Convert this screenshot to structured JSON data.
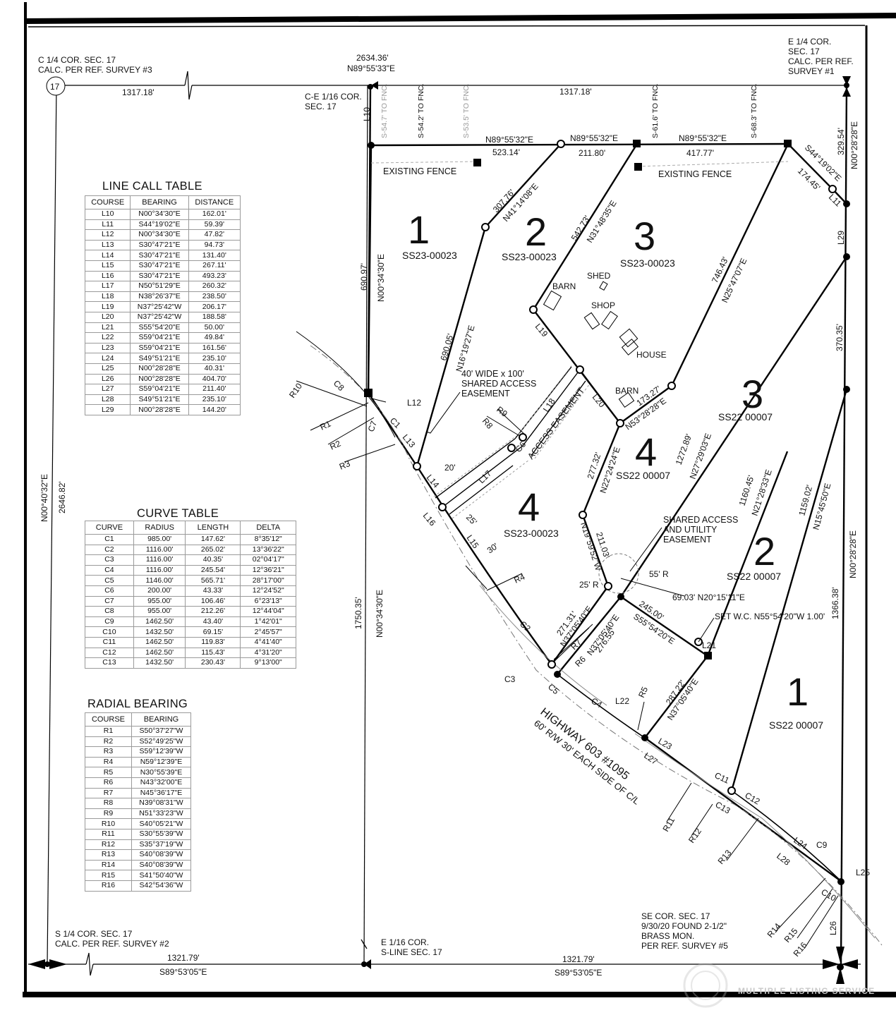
{
  "corners": {
    "c_quarter": [
      "C 1/4 COR. SEC. 17",
      "CALC. PER REF. SURVEY #3"
    ],
    "e_quarter": [
      "E 1/4 COR.",
      "SEC. 17",
      "CALC. PER REF.",
      "SURVEY #1"
    ],
    "ce_sixteenth": [
      "C-E 1/16 COR.",
      "SEC. 17"
    ],
    "s_quarter": [
      "S 1/4 COR. SEC. 17",
      "CALC. PER REF. SURVEY #2"
    ],
    "e_sixteenth": [
      "E 1/16 COR.",
      "S-LINE SEC. 17"
    ],
    "se_corner": [
      "SE COR. SEC. 17",
      "9/30/20 FOUND 2-1/2\"",
      "BRASS MON.",
      "PER REF. SURVEY #5"
    ],
    "section_number": "17"
  },
  "boundary_labels": {
    "top_total": "2634.36'",
    "top_bearing": "N89°55'33\"E",
    "top_left_dist": "1317.18'",
    "top_right_dist": "1317.18'",
    "west_bearing": "N00°40'32\"E",
    "west_dist": "2646.82'",
    "bottom_left_dist": "1321.79'",
    "bottom_left_bearing": "S89°53'05\"E",
    "bottom_right_dist": "1321.79'",
    "bottom_right_bearing": "S89°53'05\"E",
    "east_top_dist": "329.54'",
    "east_bearing_top": "N00°28'28\"E",
    "east_mid_dist": "370.35'",
    "east_low_dist": "1366.38'",
    "east_bearing_low": "N00°28'28\"E",
    "sixteenth_line_bearing": "N00°34'30\"E",
    "sixteenth_line_dist": "1750.35'"
  },
  "fence": {
    "offsets": [
      "S-54.7' TO FNC.",
      "S-54.2' TO FNC.",
      "S-53.5' TO FNC.",
      "S-61.6' TO FNC.",
      "S-68.3' TO FNC."
    ],
    "label_left": "EXISTING FENCE",
    "label_right": "EXISTING FENCE"
  },
  "segment_labels": {
    "n1_bearing": "N89°55'32\"E",
    "n1_dist": "523.14'",
    "n2_bearing": "N89°55'32\"E",
    "n2_dist": "211.80'",
    "n3_bearing": "N89°55'32\"E",
    "n3_dist": "417.77'",
    "ne_bearing": "S44°19'02\"E",
    "ne_dist": "174.45'",
    "w_bearing": "N00°34'30\"E",
    "w_dist": "690.97'",
    "a_dist": "307.76'",
    "a_bearing": "N41°14'08\"E",
    "b_dist": "690.05'",
    "b_bearing": "N16°19'27\"E",
    "c_dist": "542.73'",
    "c_bearing": "N31°48'35\"E",
    "d_dist": "746.43'",
    "d_bearing": "N25°47'07\"E",
    "e_dist": "173.27'",
    "e_bearing": "N53°28'28\"E",
    "f_dist": "277.32'",
    "f_bearing": "N22°24'24\"E",
    "g_dist": "1272.89'",
    "g_bearing": "N27°29'03\"E",
    "h_dist": "1160.45'",
    "h_bearing": "N21°28'33\"E",
    "i_dist": "1159.02'",
    "i_bearing": "N15°45'50\"E",
    "j_dist": "211.03'",
    "j_bearing": "N19°59'52\"W",
    "k_dist": "271.31'",
    "k_bearing": "N37°05'40\"E",
    "l_dist": "276.55'",
    "l_bearing": "N37°05'40\"E",
    "m_dist": "245.00'",
    "m_bearing": "S55°54'20\"E",
    "n_dist": "287.22'",
    "n_bearing": "N37°05'40\"E",
    "tie": "69.03' N20°15'11\"E",
    "radius55": "55' R",
    "radius25": "25' R",
    "wc": "SET W.C. N55°54'20\"W 1.00'",
    "dim20": "20'",
    "dim25": "25'",
    "dim30": "30'"
  },
  "lots": [
    {
      "num": "1",
      "id": "SS23-00023"
    },
    {
      "num": "2",
      "id": "SS23-00023"
    },
    {
      "num": "3",
      "id": "SS23-00023"
    },
    {
      "num": "4",
      "id": "SS23-00023"
    },
    {
      "num": "3",
      "id": "SS22 00007"
    },
    {
      "num": "4",
      "id": "SS22 00007"
    },
    {
      "num": "2",
      "id": "SS22 00007"
    },
    {
      "num": "1",
      "id": "SS22 00007"
    }
  ],
  "structures": {
    "barn1": "BARN",
    "shed": "SHED",
    "shop": "SHOP",
    "house": "HOUSE",
    "barn2": "BARN"
  },
  "easements": {
    "shared": [
      "40' WIDE x 100'",
      "SHARED ACCESS",
      "EASEMENT"
    ],
    "access": "ACCESS EASEMENT",
    "utility": [
      "SHARED ACCESS",
      "AND UTILITY",
      "EASEMENT"
    ]
  },
  "highway": {
    "name": "HIGHWAY 603 #1095",
    "row": "60' R/W 30' EACH SIDE OF C/L"
  },
  "point_labels": [
    "L10",
    "L11",
    "L12",
    "L13",
    "L14",
    "L15",
    "L16",
    "L17",
    "L18",
    "L19",
    "L20",
    "L21",
    "L22",
    "L23",
    "L24",
    "L25",
    "L26",
    "L27",
    "L28",
    "L29",
    "C1",
    "C2",
    "C3",
    "C4",
    "C5",
    "C6",
    "C7",
    "C8",
    "C9",
    "C10",
    "C11",
    "C12",
    "C13",
    "R1",
    "R2",
    "R3",
    "R4",
    "R5",
    "R6",
    "R7",
    "R8",
    "R9",
    "R10",
    "R11",
    "R12",
    "R13",
    "R14",
    "R15",
    "R16"
  ],
  "line_table": {
    "title": "LINE CALL TABLE",
    "headers": [
      "COURSE",
      "BEARING",
      "DISTANCE"
    ],
    "rows": [
      [
        "L10",
        "N00°34'30\"E",
        "162.01'"
      ],
      [
        "L11",
        "S44°19'02\"E",
        "59.39'"
      ],
      [
        "L12",
        "N00°34'30\"E",
        "47.82'"
      ],
      [
        "L13",
        "S30°47'21\"E",
        "94.73'"
      ],
      [
        "L14",
        "S30°47'21\"E",
        "131.40'"
      ],
      [
        "L15",
        "S30°47'21\"E",
        "267.11'"
      ],
      [
        "L16",
        "S30°47'21\"E",
        "493.23'"
      ],
      [
        "L17",
        "N50°51'29\"E",
        "260.32'"
      ],
      [
        "L18",
        "N38°26'37\"E",
        "238.50'"
      ],
      [
        "L19",
        "N37°25'42\"W",
        "206.17'"
      ],
      [
        "L20",
        "N37°25'42\"W",
        "188.58'"
      ],
      [
        "L21",
        "S55°54'20\"E",
        "50.00'"
      ],
      [
        "L22",
        "S59°04'21\"E",
        "49.84'"
      ],
      [
        "L23",
        "S59°04'21\"E",
        "161.56'"
      ],
      [
        "L24",
        "S49°51'21\"E",
        "235.10'"
      ],
      [
        "L25",
        "N00°28'28\"E",
        "40.31'"
      ],
      [
        "L26",
        "N00°28'28\"E",
        "404.70'"
      ],
      [
        "L27",
        "S59°04'21\"E",
        "211.40'"
      ],
      [
        "L28",
        "S49°51'21\"E",
        "235.10'"
      ],
      [
        "L29",
        "N00°28'28\"E",
        "144.20'"
      ]
    ]
  },
  "curve_table": {
    "title": "CURVE TABLE",
    "headers": [
      "CURVE",
      "RADIUS",
      "LENGTH",
      "DELTA"
    ],
    "rows": [
      [
        "C1",
        "985.00'",
        "147.62'",
        "8°35'12\""
      ],
      [
        "C2",
        "1116.00'",
        "265.02'",
        "13°36'22\""
      ],
      [
        "C3",
        "1116.00'",
        "40.35'",
        "02°04'17\""
      ],
      [
        "C4",
        "1116.00'",
        "245.54'",
        "12°36'21\""
      ],
      [
        "C5",
        "1146.00'",
        "565.71'",
        "28°17'00\""
      ],
      [
        "C6",
        "200.00'",
        "43.33'",
        "12°24'52\""
      ],
      [
        "C7",
        "955.00'",
        "106.46'",
        "6°23'13\""
      ],
      [
        "C8",
        "955.00'",
        "212.26'",
        "12°44'04\""
      ],
      [
        "C9",
        "1462.50'",
        "43.40'",
        "1°42'01\""
      ],
      [
        "C10",
        "1432.50'",
        "69.15'",
        "2°45'57\""
      ],
      [
        "C11",
        "1462.50'",
        "119.83'",
        "4°41'40\""
      ],
      [
        "C12",
        "1462.50'",
        "115.43'",
        "4°31'20\""
      ],
      [
        "C13",
        "1432.50'",
        "230.43'",
        "9°13'00\""
      ]
    ]
  },
  "radial_table": {
    "title": "RADIAL BEARING",
    "headers": [
      "COURSE",
      "BEARING"
    ],
    "rows": [
      [
        "R1",
        "S50°37'27\"W"
      ],
      [
        "R2",
        "S52°49'25\"W"
      ],
      [
        "R3",
        "S59°12'39\"W"
      ],
      [
        "R4",
        "N59°12'39\"E"
      ],
      [
        "R5",
        "N30°55'39\"E"
      ],
      [
        "R6",
        "N43°32'00\"E"
      ],
      [
        "R7",
        "N45°36'17\"E"
      ],
      [
        "R8",
        "N39°08'31\"W"
      ],
      [
        "R9",
        "N51°33'23\"W"
      ],
      [
        "R10",
        "S40°05'21\"W"
      ],
      [
        "R11",
        "S30°55'39\"W"
      ],
      [
        "R12",
        "S35°37'19\"W"
      ],
      [
        "R13",
        "S40°08'39\"W"
      ],
      [
        "R14",
        "S40°08'39\"W"
      ],
      [
        "R15",
        "S41°50'40\"W"
      ],
      [
        "R16",
        "S42°54'36\"W"
      ]
    ]
  },
  "watermark": "MULTIPLE LISTING SERVICE"
}
